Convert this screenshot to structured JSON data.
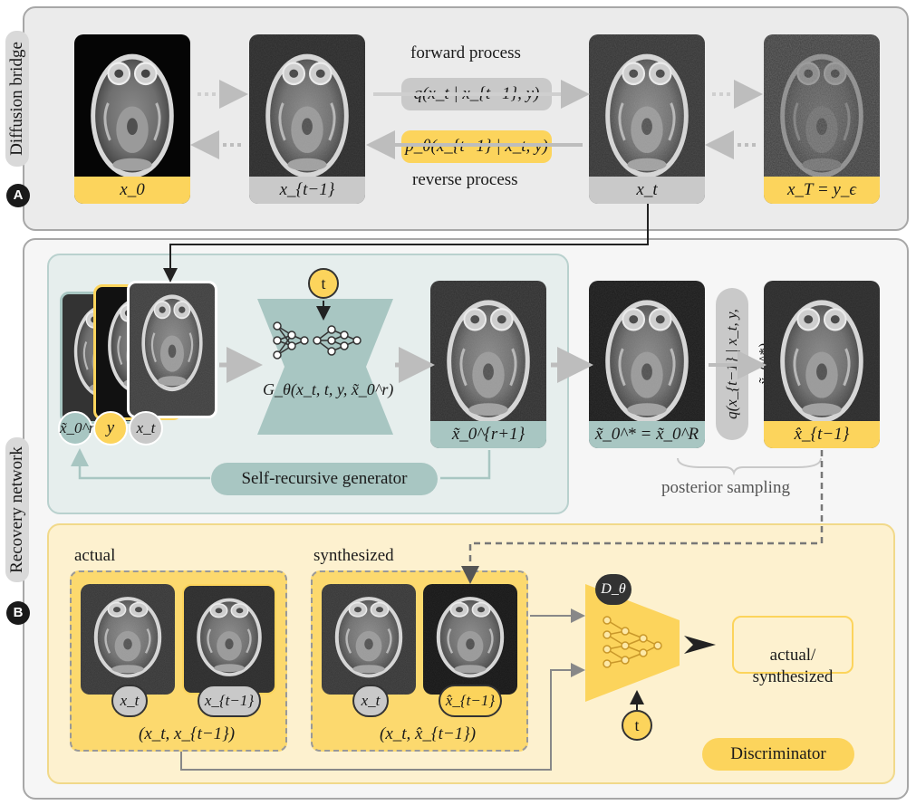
{
  "panel_a": {
    "title": "Diffusion bridge",
    "badge": "A",
    "forward_label": "forward process",
    "reverse_label": "reverse process",
    "forward_eq": "q(x_t | x_{t−1}, y)",
    "reverse_eq": "p_θ(x_{t−1} | x_t, y)",
    "images": [
      {
        "caption": "x_0",
        "style": "yellow"
      },
      {
        "caption": "x_{t−1}",
        "style": "gray"
      },
      {
        "caption": "x_t",
        "style": "gray"
      },
      {
        "caption": "x_T = y_ϵ",
        "style": "yellow"
      }
    ]
  },
  "panel_b": {
    "title": "Recovery network",
    "badge": "B",
    "generator": {
      "label": "Self-recursive generator",
      "function": "G_θ(x_t, t, y, x̃_0^r)",
      "time_token": "t",
      "inputs": [
        "x̃_0^r",
        "y",
        "x_t"
      ],
      "output_caption": "x̃_0^{r+1}"
    },
    "final_estimate_caption": "x̃_0^* = x̃_0^R",
    "posterior_eq": "q(x_{t−1} | x_t, y, x̃_0^*)",
    "posterior_caption": "x̂_{t−1}",
    "posterior_label": "posterior sampling",
    "discriminator": {
      "label": "Discriminator",
      "symbol": "D_θ",
      "time_token": "t",
      "output_label": "actual/\nsynthesized",
      "actual_label": "actual",
      "synth_label": "synthesized",
      "actual_pair": [
        "x_t",
        "x_{t−1}"
      ],
      "actual_tuple": "(x_t, x_{t−1})",
      "synth_pair": [
        "x_t",
        "x̂_{t−1}"
      ],
      "synth_tuple": "(x_t, x̂_{t−1})"
    }
  },
  "colors": {
    "yellow": "#fcd45c",
    "gray": "#c9c9c9",
    "teal": "#a8c6c2",
    "teal_panel": "#e6eeed",
    "yellow_panel": "#fdf1cf"
  }
}
